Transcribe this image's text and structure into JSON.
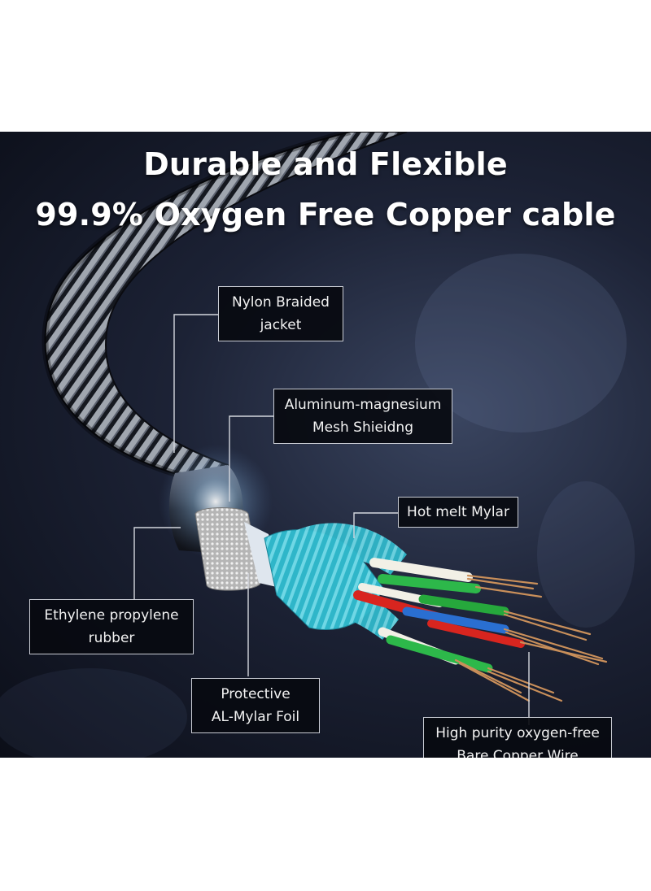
{
  "title": {
    "line1": "Durable and Flexible",
    "line2": "99.9% Oxygen Free Copper cable"
  },
  "labels": {
    "nylon": [
      "Nylon Braided",
      "jacket"
    ],
    "aluminum": [
      "Aluminum-magnesium",
      "Mesh Shieidng"
    ],
    "hotmelt": [
      "Hot melt Mylar"
    ],
    "ethylene": [
      "Ethylene propylene",
      "rubber"
    ],
    "protective": [
      "Protective",
      "AL-Mylar Foil"
    ],
    "copper": [
      "High purity oxygen-free",
      "Bare Copper Wire"
    ]
  },
  "colors": {
    "wire_colors": [
      "#f2f0e6",
      "#2db84a",
      "#d8251f",
      "#2a6fd1",
      "#26a83c",
      "#2db84a"
    ],
    "copper": "#c98f5a",
    "shield": "#2fb6c9",
    "braid_dark": "#1a1d24",
    "braid_light": "#c8ccd4"
  }
}
